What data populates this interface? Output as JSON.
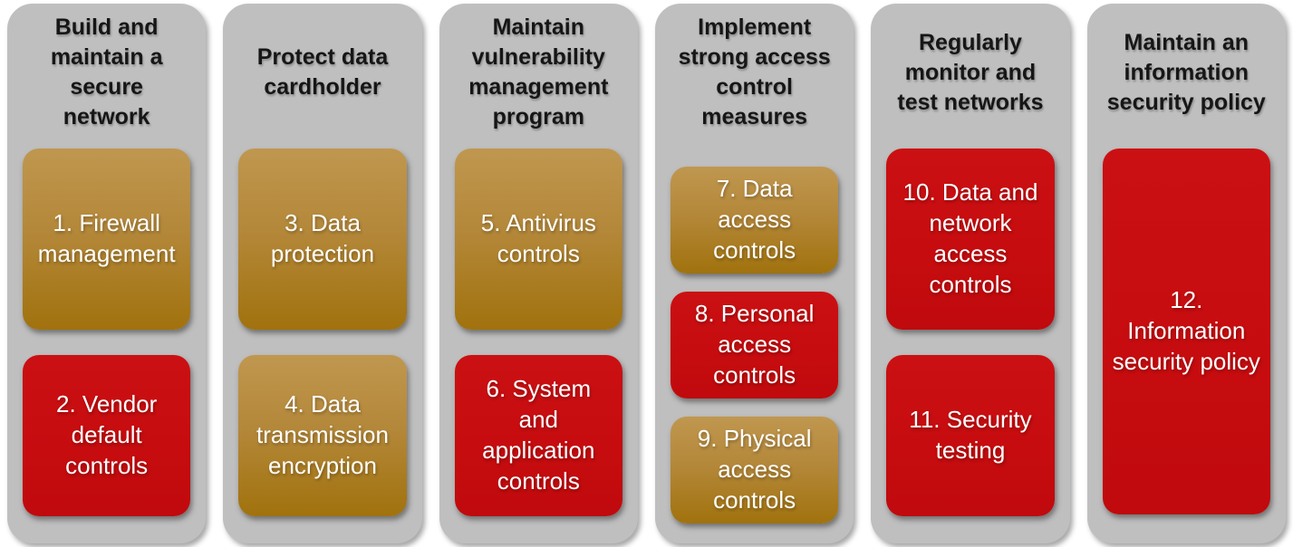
{
  "diagram": {
    "type": "process-columns",
    "colors": {
      "column_background": "#bfbfbf",
      "gold_box_top": "#c0974f",
      "gold_box_bottom": "#a1720d",
      "red_box": "#c60c0f",
      "header_text": "#161616",
      "box_text": "#ffffff"
    },
    "columns": [
      {
        "title": "Build and maintain a secure network",
        "boxes": [
          {
            "label": "1. Firewall management",
            "color": "gold"
          },
          {
            "label": "2. Vendor default controls",
            "color": "red"
          }
        ]
      },
      {
        "title": "Protect data cardholder",
        "boxes": [
          {
            "label": "3. Data protection",
            "color": "gold"
          },
          {
            "label": "4. Data transmission encryption",
            "color": "gold"
          }
        ]
      },
      {
        "title": "Maintain vulnerability management program",
        "boxes": [
          {
            "label": "5. Antivirus controls",
            "color": "gold"
          },
          {
            "label": "6. System and application controls",
            "color": "red"
          }
        ]
      },
      {
        "title": "Implement strong access control measures",
        "boxes": [
          {
            "label": "7. Data access controls",
            "color": "gold"
          },
          {
            "label": "8. Personal access controls",
            "color": "red"
          },
          {
            "label": "9. Physical access controls",
            "color": "gold"
          }
        ]
      },
      {
        "title": "Regularly monitor and test networks",
        "boxes": [
          {
            "label": "10. Data and network access controls",
            "color": "red"
          },
          {
            "label": "11. Security testing",
            "color": "red"
          }
        ]
      },
      {
        "title": "Maintain an information security policy",
        "boxes": [
          {
            "label": "12. Information security policy",
            "color": "red"
          }
        ]
      }
    ]
  }
}
